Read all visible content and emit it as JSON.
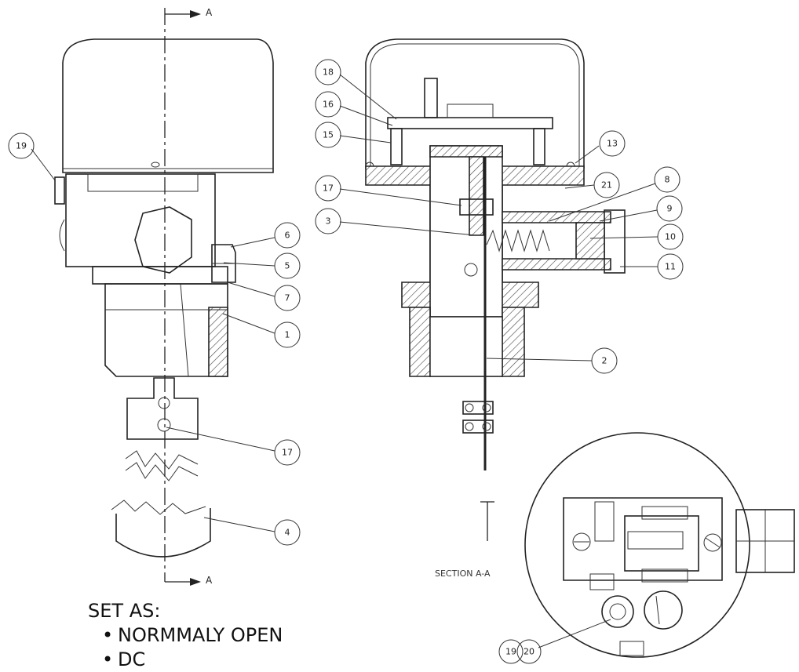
{
  "section_markers": {
    "top": "A",
    "bottom": "A"
  },
  "section_caption": "SECTION A-A",
  "notes": {
    "heading": "SET AS:",
    "items": [
      "NORMMALY OPEN",
      "DC"
    ]
  },
  "balloons": {
    "b19_left": "19",
    "b6": "6",
    "b5": "5",
    "b7": "7",
    "b1": "1",
    "b17_left": "17",
    "b4": "4",
    "b18": "18",
    "b16": "16",
    "b15": "15",
    "b17_right": "17",
    "b3": "3",
    "b13": "13",
    "b21": "21",
    "b8": "8",
    "b9": "9",
    "b10": "10",
    "b11": "11",
    "b2": "2",
    "b19_bottom": "19",
    "b20": "20"
  }
}
